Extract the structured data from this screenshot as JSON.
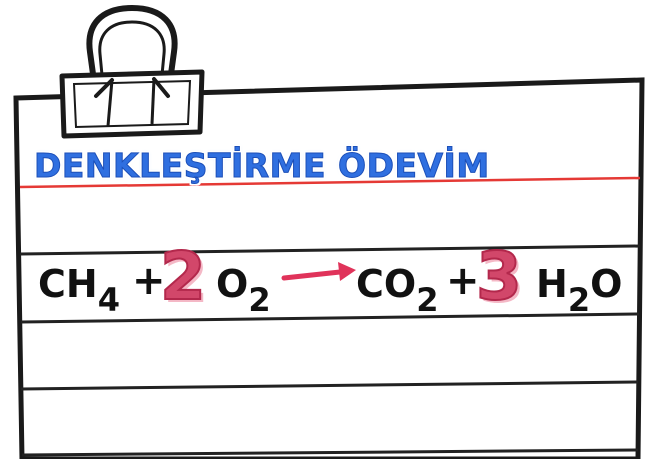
{
  "title": "DENKLEŞTİRME ÖDEVİM",
  "equation": {
    "reactant1": {
      "base": "CH",
      "sub": "4"
    },
    "plus1": "+",
    "coef1": "2",
    "reactant2": {
      "base": "O",
      "sub": "2"
    },
    "product1": {
      "base": "CO",
      "sub": "2"
    },
    "plus2": "+",
    "coef2": "3",
    "product2": {
      "base1": "H",
      "sub": "2",
      "base2": "O"
    }
  },
  "colors": {
    "title": "#2f6fe0",
    "coefficient": "#d2476a",
    "arrow": "#e0335a",
    "margin_line": "#e53935",
    "lines": "#222222"
  },
  "icons": [
    "binder-clip-icon",
    "reaction-arrow-icon"
  ]
}
